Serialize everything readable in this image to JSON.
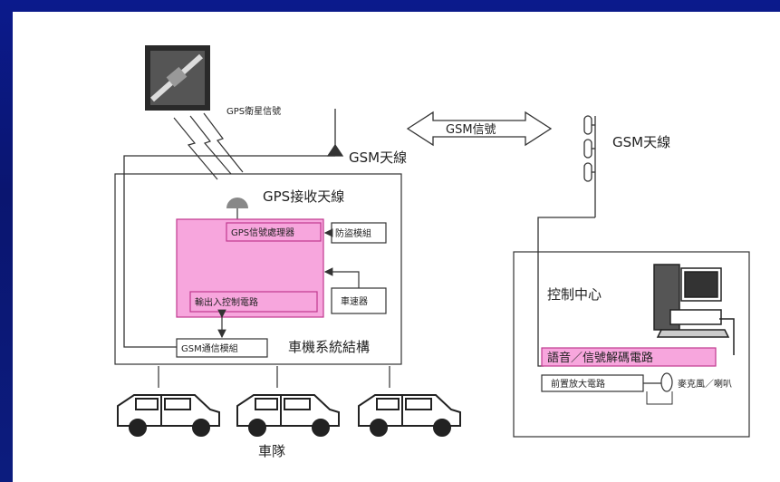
{
  "labels": {
    "gps_satellite_signal": "GPS衛星信號",
    "gsm_signal": "GSM信號",
    "gsm_antenna_vehicle": "GSM天線",
    "gsm_antenna_center": "GSM天線",
    "gps_receive_antenna": "GPS接收天線",
    "gps_signal_processor": "GPS信號處理器",
    "anti_theft": "防盜模組",
    "io_control_circuit": "輸出入控制電路",
    "speedometer": "車速器",
    "gsm_comm_module": "GSM通信模組",
    "vehicle_system": "車機系統結構",
    "fleet": "車隊",
    "control_center": "控制中心",
    "voice_codec": "語音／信號解碼電路",
    "preamp": "前置放大電路",
    "mic_speaker": "麥克風／喇叭"
  },
  "colors": {
    "highlight_fill": "#f7a6dd",
    "highlight_stroke": "#c0398f",
    "line": "#333333",
    "background": "#0b1a8c"
  }
}
